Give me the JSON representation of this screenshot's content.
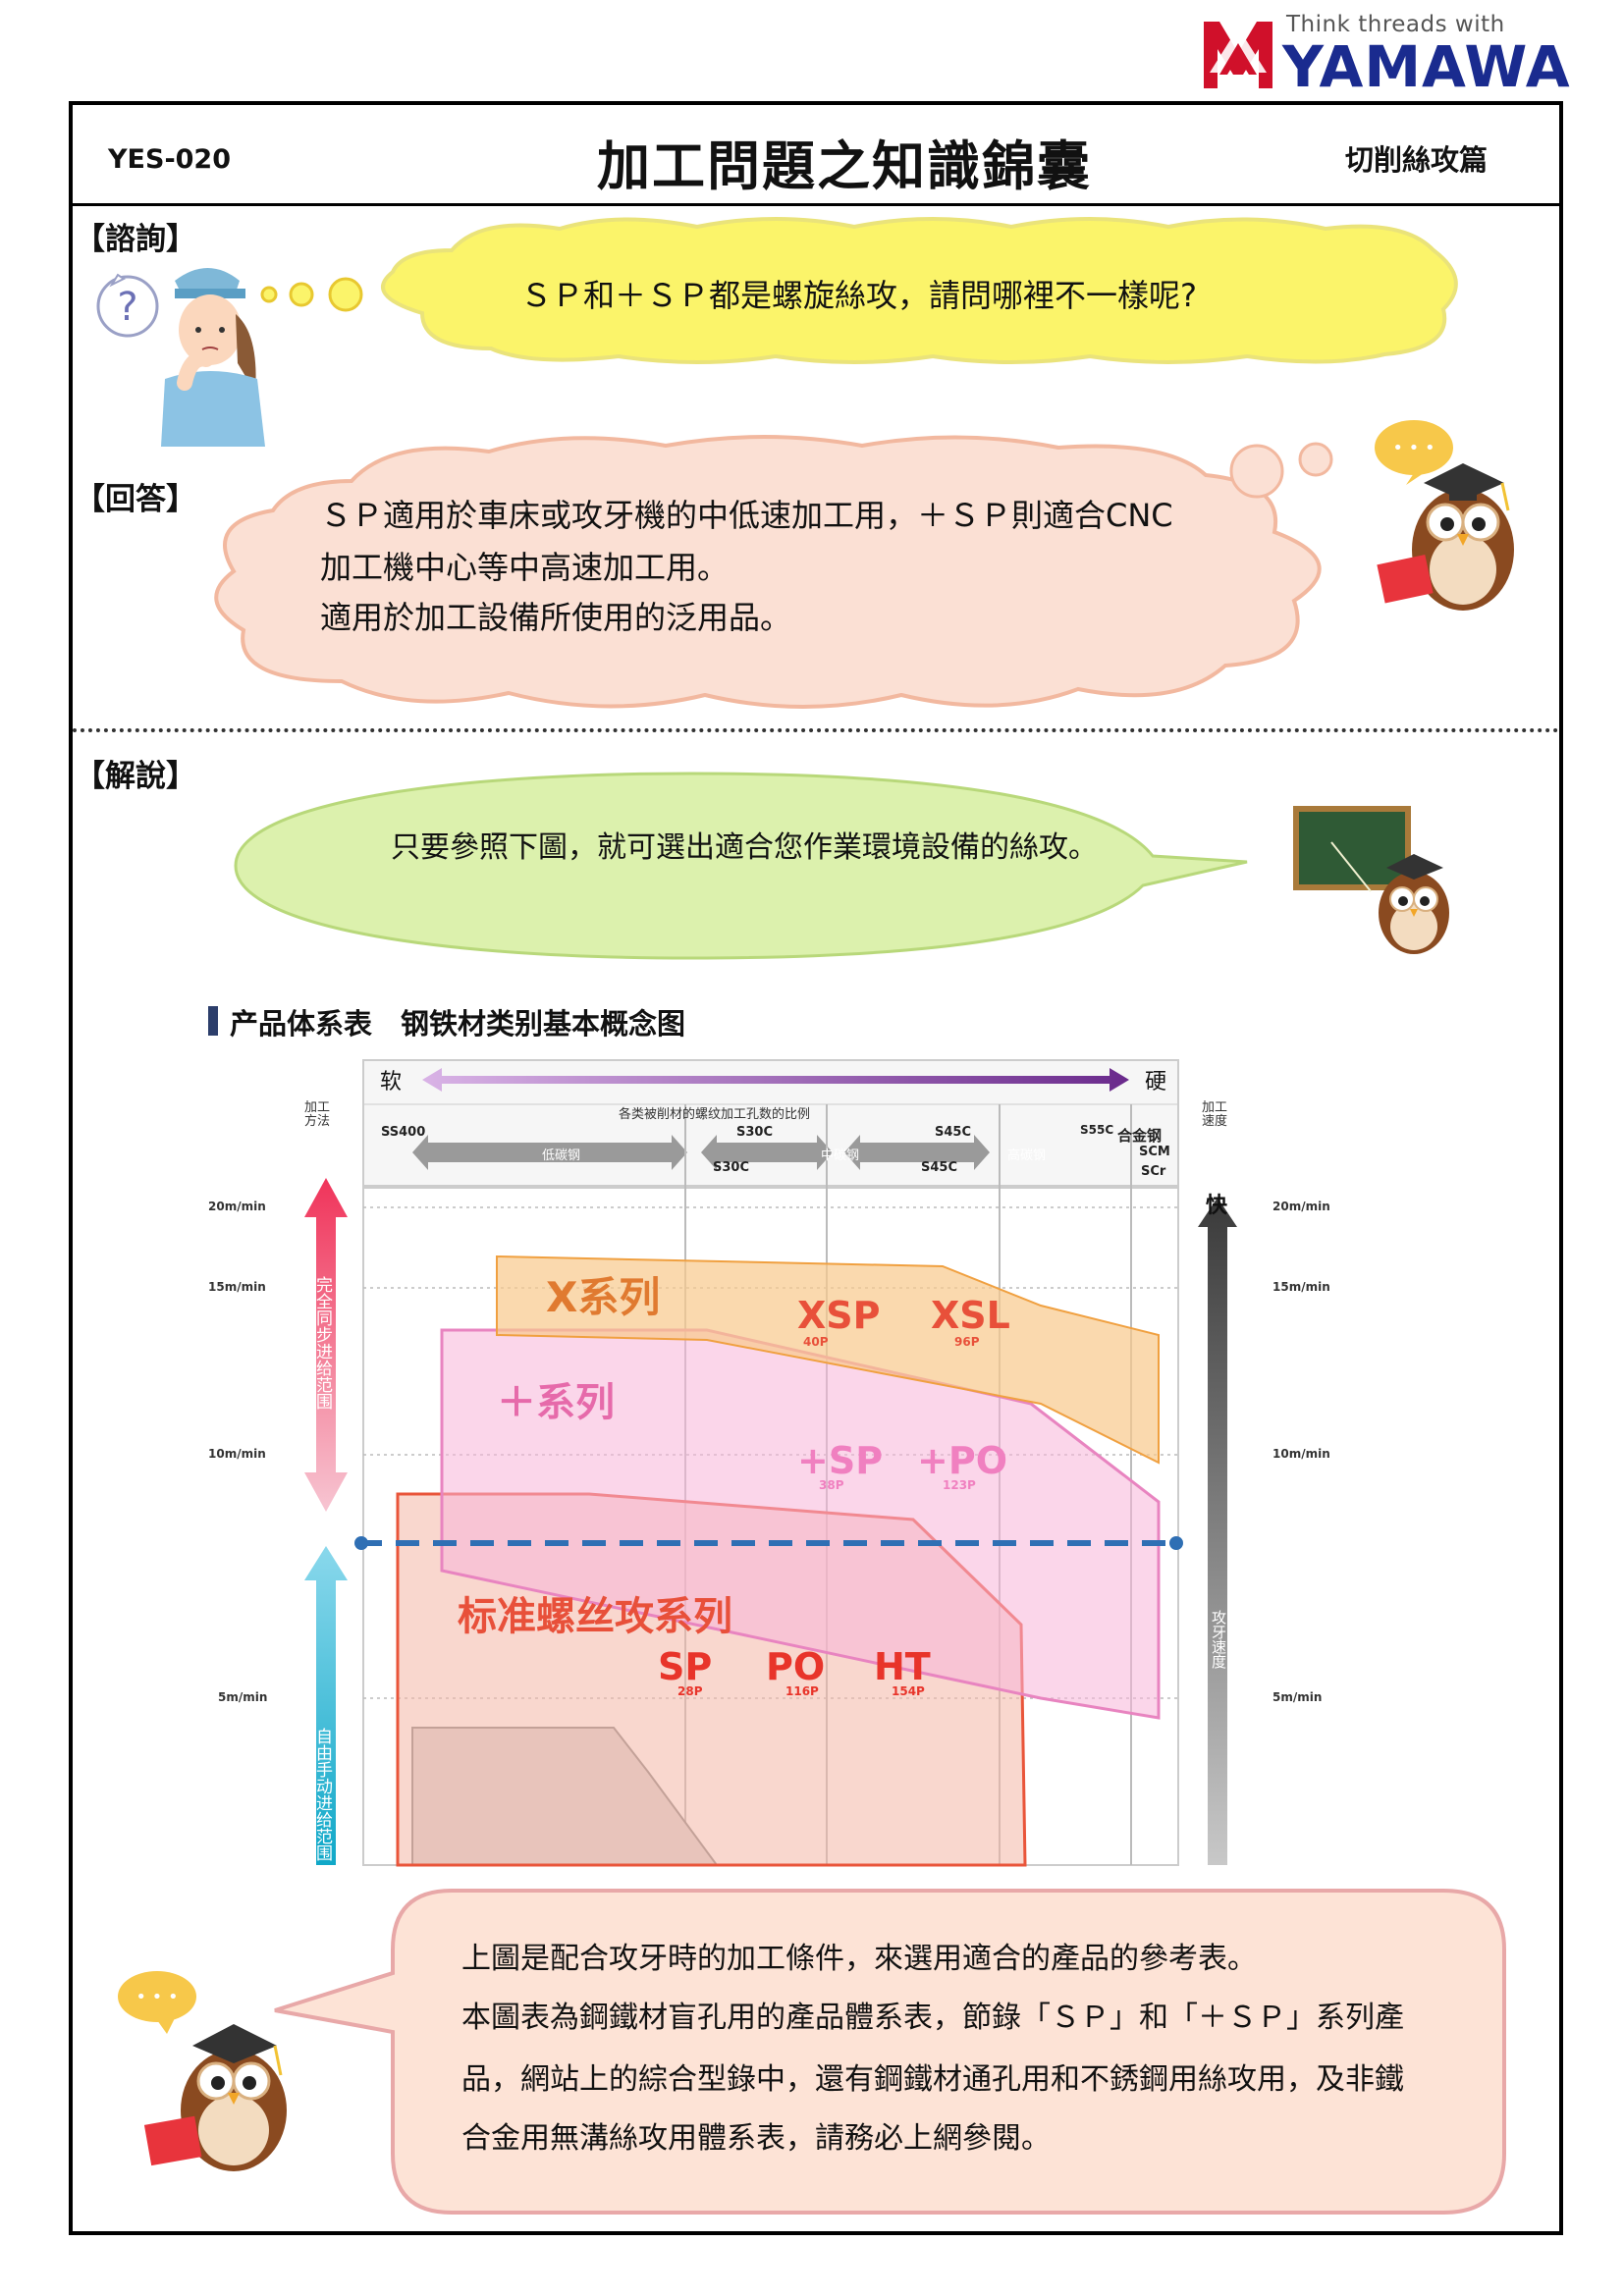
{
  "header": {
    "logo_tagline": "Think threads with",
    "logo_name": "YAMAWA",
    "doc_code": "YES-020",
    "title": "加工問題之知識錦囊",
    "category": "切削絲攻篇"
  },
  "sections": {
    "inquiry_label": "【諮詢】",
    "answer_label": "【回答】",
    "explain_label": "【解說】"
  },
  "question": "ＳＰ和＋ＳＰ都是螺旋絲攻，請問哪裡不一樣呢?",
  "answer": {
    "line1": "ＳＰ適用於車床或攻牙機的中低速加工用，＋ＳＰ則適合CNC",
    "line2": "加工機中心等中高速加工用。",
    "line3": "適用於加工設備所使用的泛用品。"
  },
  "explain_bubble": "只要參照下圖，就可選出適合您作業環境設備的絲攻。",
  "chart": {
    "heading": "产品体系表　钢铁材类别基本概念图",
    "soft_label": "软",
    "hard_label": "硬",
    "left_axis_title": "加工\n方法",
    "right_axis_title": "加工\n速度",
    "ratio_caption": "各类被削材的螺纹加工孔数的比例",
    "grades_top": [
      "SS400",
      "S30C",
      "S45C",
      "S55C",
      "合金钢",
      "SCM",
      "SCr"
    ],
    "grades_bottom": [
      "S30C",
      "S45C"
    ],
    "arrow_labels": [
      "低碳钢",
      "中碳钢",
      "高碳钢"
    ],
    "fast_label": "快",
    "sync_feed_label": "完全同步进给范围",
    "manual_feed_label": "自由手动进给范围",
    "tap_speed_label": "攻牙速度",
    "series": {
      "x_series": "X系列",
      "plus_series": "＋系列",
      "std_series": "标准螺丝攻系列"
    },
    "products": [
      {
        "name": "XSP",
        "count": "40P"
      },
      {
        "name": "XSL",
        "count": "96P"
      },
      {
        "name": "+SP",
        "count": "38P"
      },
      {
        "name": "+PO",
        "count": "123P"
      },
      {
        "name": "SP",
        "count": "28P"
      },
      {
        "name": "PO",
        "count": "116P"
      },
      {
        "name": "HT",
        "count": "154P"
      }
    ]
  },
  "chart_data": {
    "type": "area",
    "title": "产品体系表　钢铁材类别基本概念图",
    "xlabel": "各类被削材的螺纹加工孔数的比例",
    "ylabel": "加工速度",
    "y_ticks": [
      "20m/min",
      "15m/min",
      "10m/min",
      "5m/min"
    ],
    "ylim": [
      0,
      22
    ],
    "x_categories": [
      "SS400",
      "S30C",
      "S45C",
      "S55C",
      "合金钢"
    ],
    "series": [
      {
        "name": "X系列",
        "products": [
          "XSP",
          "XSL"
        ]
      },
      {
        "name": "＋系列",
        "products": [
          "+SP",
          "+PO"
        ]
      },
      {
        "name": "标准螺丝攻系列",
        "products": [
          "SP",
          "PO",
          "HT"
        ]
      }
    ],
    "boundary_speed": 8.2
  },
  "note": {
    "line1": "上圖是配合攻牙時的加工條件，來選用適合的產品的參考表。",
    "line2": "本圖表為鋼鐵材盲孔用的產品體系表，節錄「ＳＰ」和「＋ＳＰ」系列產",
    "line3": "品，網站上的綜合型錄中，還有鋼鐵材通孔用和不銹鋼用絲攻用，及非鐵",
    "line4": "合金用無溝絲攻用體系表，請務必上網參閱。"
  },
  "colors": {
    "brand_red": "#d0102a",
    "brand_blue": "#1a2b8f",
    "question_bubble": "#fbf46a",
    "answer_bubble": "#fbe0d4",
    "explain_bubble": "#dcf1ad",
    "note_bubble": "#fde3d6",
    "x_series_fill": "#f8c98c",
    "plus_series_fill": "#f7b4d8",
    "std_series_fill": "#f4b6a6"
  }
}
